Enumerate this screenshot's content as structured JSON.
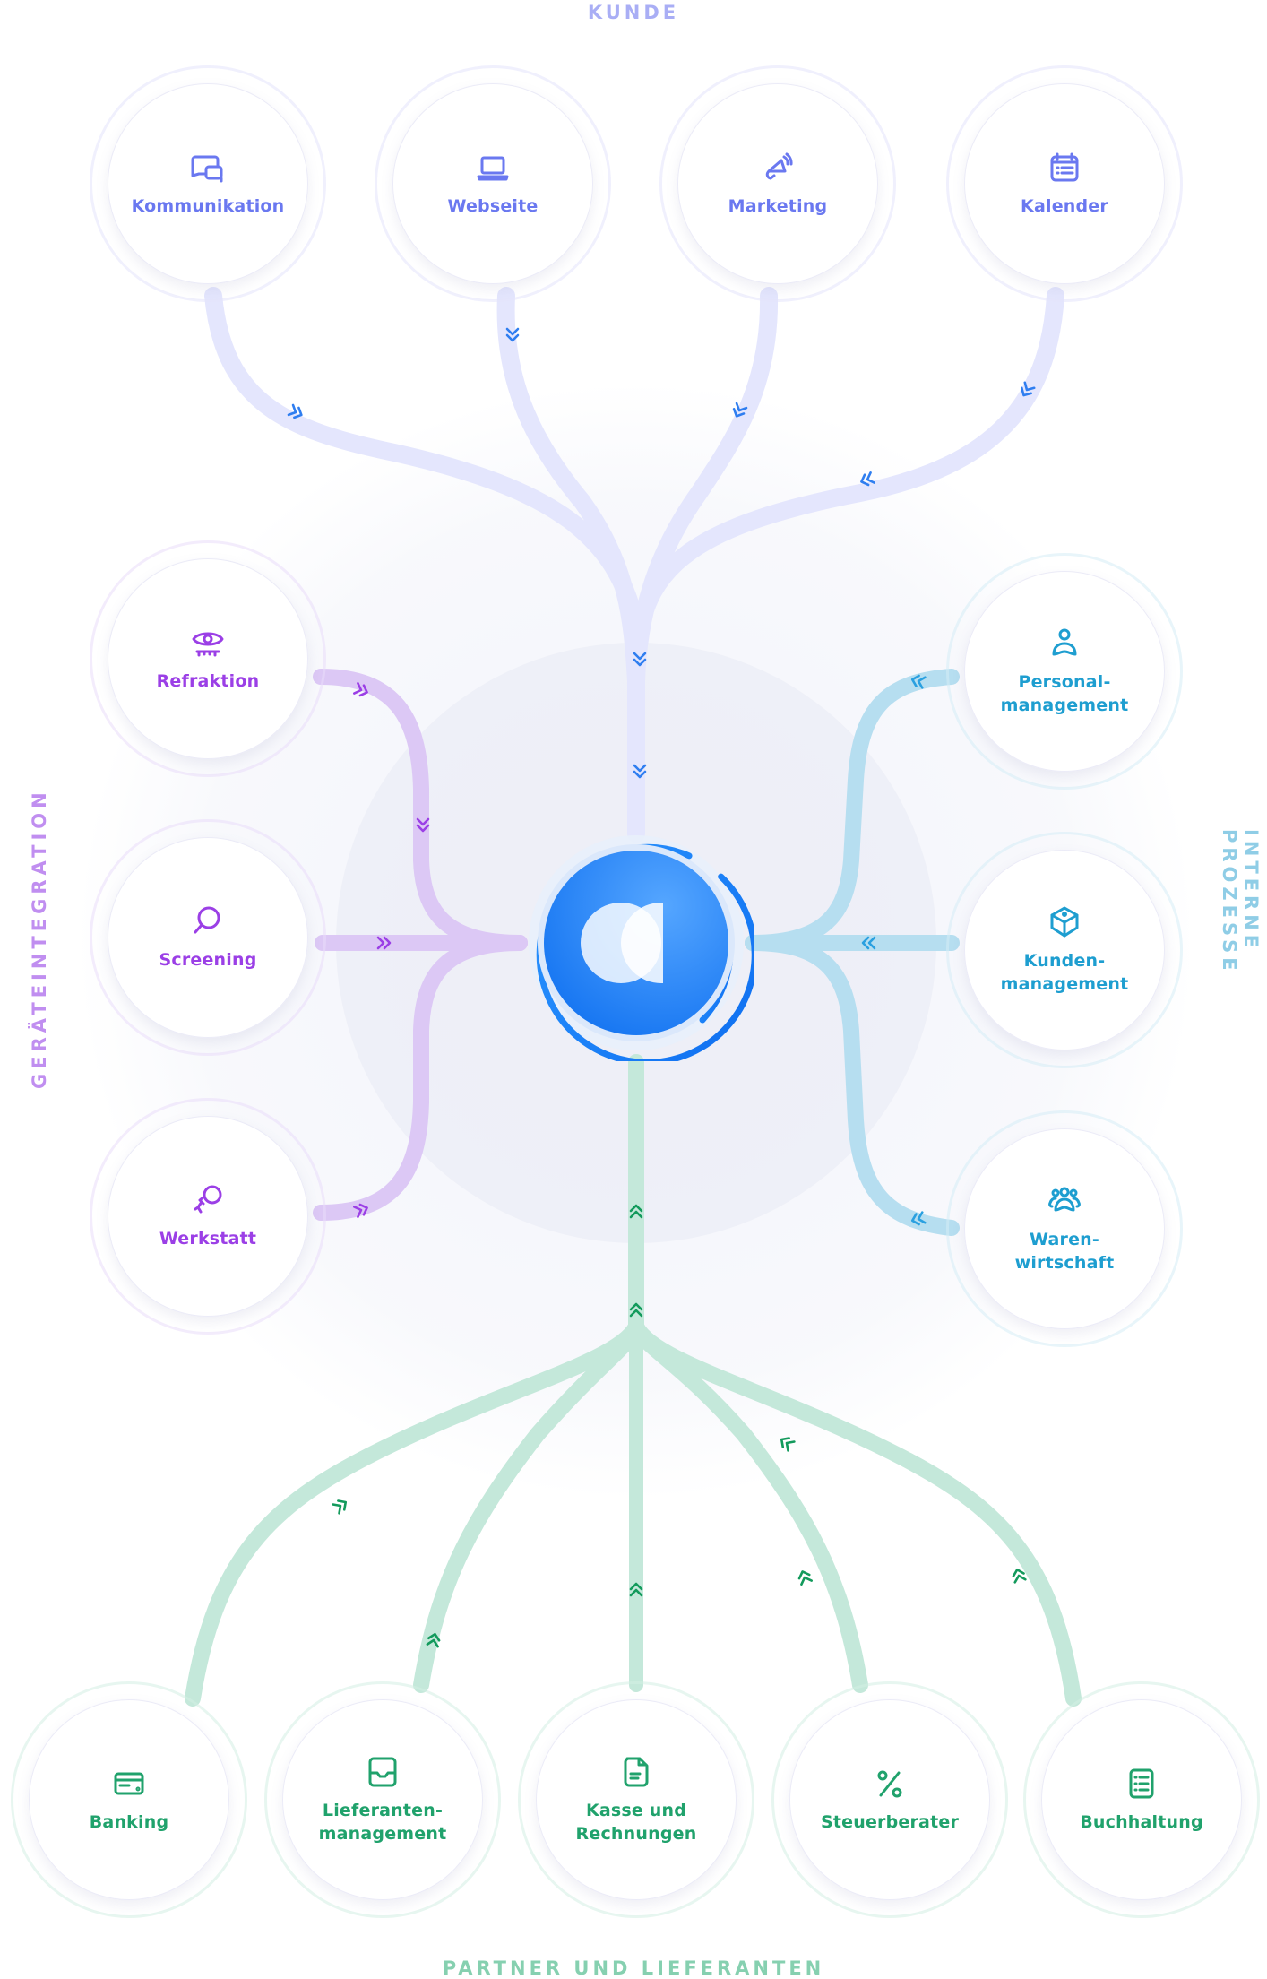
{
  "sections": {
    "kunde": {
      "title": "KUNDE",
      "color": "#a9aef5"
    },
    "geraete": {
      "title": "GERÄTEINTEGRATION",
      "color": "#c08ef0"
    },
    "intern": {
      "title": "INTERNE PROZESSE",
      "color": "#8fcde6"
    },
    "partner": {
      "title": "PARTNER UND LIEFERANTEN",
      "color": "#86d0b0"
    }
  },
  "colors": {
    "kunde_text": "#6a78f0",
    "kunde_line": "#e4e6fd",
    "kunde_arrow": "#2f7ef0",
    "geraete_text": "#9b3fe6",
    "geraete_line": "#dcc8f5",
    "geraete_arrow": "#9b3fe6",
    "intern_text": "#1e9ed0",
    "intern_line": "#b6def0",
    "intern_arrow": "#2aa0e0",
    "partner_text": "#20a26c",
    "partner_line": "#c4e8da",
    "partner_arrow": "#139a5c",
    "hub_blue": "#1a7cf5"
  },
  "hub": {
    "name": "app-logo",
    "icon": "logo-icon"
  },
  "nodes": {
    "kunde": [
      {
        "label": "Kommunikation",
        "icon": "chat-icon"
      },
      {
        "label": "Webseite",
        "icon": "laptop-icon"
      },
      {
        "label": "Marketing",
        "icon": "megaphone-icon"
      },
      {
        "label": "Kalender",
        "icon": "calendar-icon"
      }
    ],
    "geraete": [
      {
        "label": "Refraktion",
        "icon": "eye-ruler-icon"
      },
      {
        "label": "Screening",
        "icon": "search-icon"
      },
      {
        "label": "Werkstatt",
        "icon": "tool-icon"
      }
    ],
    "intern": [
      {
        "label": "Personal-\nmanagement",
        "icon": "user-icon"
      },
      {
        "label": "Kunden-\nmanagement",
        "icon": "box-icon"
      },
      {
        "label": "Waren-\nwirtschaft",
        "icon": "users-icon"
      }
    ],
    "partner": [
      {
        "label": "Banking",
        "icon": "credit-card-icon"
      },
      {
        "label": "Lieferanten-\nmanagement",
        "icon": "inbox-icon"
      },
      {
        "label": "Kasse und\nRechnungen",
        "icon": "document-icon"
      },
      {
        "label": "Steuerberater",
        "icon": "percent-icon"
      },
      {
        "label": "Buchhaltung",
        "icon": "list-icon"
      }
    ]
  }
}
